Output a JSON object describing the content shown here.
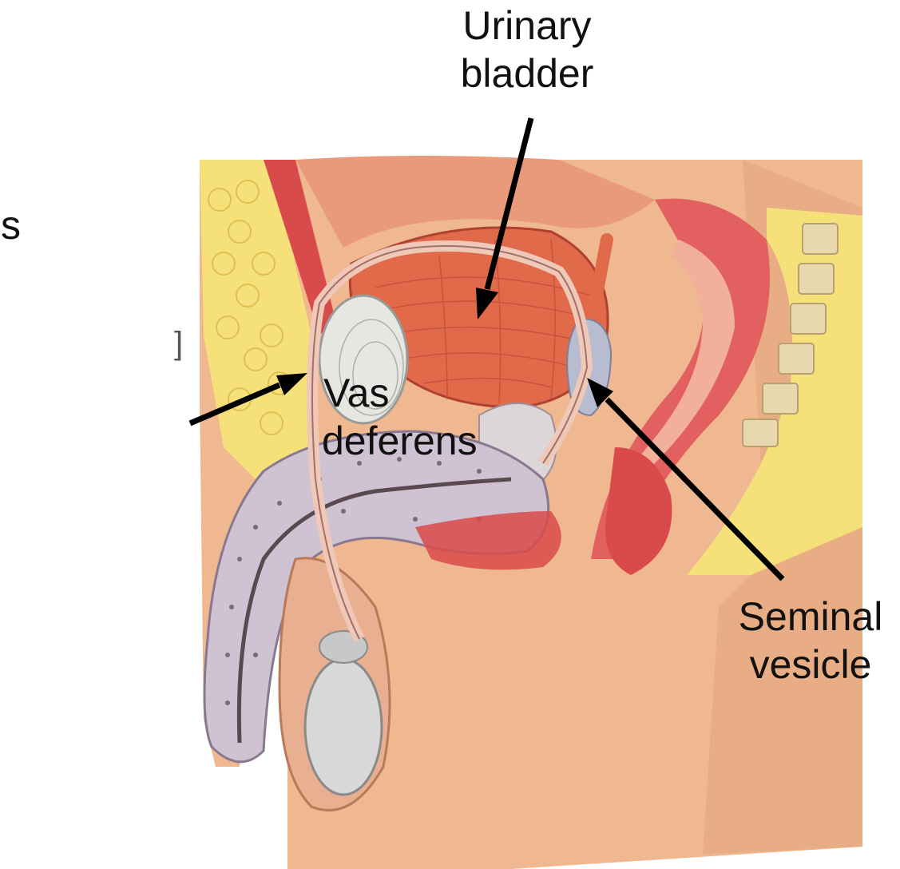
{
  "labels": {
    "urinary_bladder_line1": "Urinary",
    "urinary_bladder_line2": "bladder",
    "vas_deferens_line1": "Vas",
    "vas_deferens_line2": "deferens",
    "seminal_vesicle_line1": "Seminal",
    "seminal_vesicle_line2": "vesicle"
  },
  "edge_fragments": {
    "left_letter": "s",
    "bracket": "]"
  },
  "colors": {
    "skin": "#efb890",
    "skin_shadow": "#d89a72",
    "fat": "#f6e07a",
    "muscle": "#d94a4a",
    "bladder": "#e06a4a",
    "erectile_tissue": "#cfc2d2",
    "testis": "#d8d8d8",
    "vas": "#f0c8b8",
    "bone": "#e8d8b0",
    "arrow": "#000000"
  }
}
